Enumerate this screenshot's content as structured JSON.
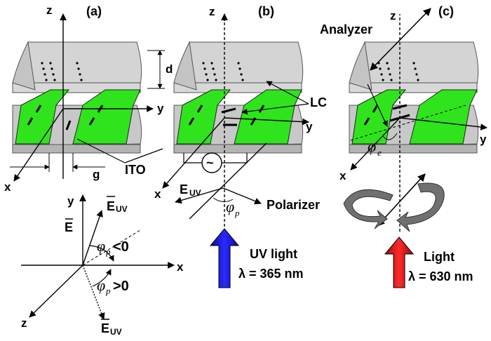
{
  "panels": {
    "a": {
      "tag": "(a)",
      "z": "z",
      "y": "y",
      "x": "x",
      "d": "d",
      "g": "g",
      "ito": "ITO"
    },
    "b": {
      "tag": "(b)",
      "z": "z",
      "y": "y",
      "x": "x",
      "lc": "LC",
      "euv": "E",
      "euv_sub": "UV",
      "phi": "φ",
      "phi_sub": "p",
      "polarizer": "Polarizer",
      "ac": "~",
      "light1": "UV light",
      "light2": "λ = 365 nm"
    },
    "c": {
      "tag": "(c)",
      "z": "z",
      "y": "y",
      "x": "x",
      "analyzer": "Analyzer",
      "phi": "φ",
      "phi_sub": "e",
      "light1": "Light",
      "light2": "λ = 630 nm"
    }
  },
  "axes_inset": {
    "y": "y",
    "x": "x",
    "z": "z",
    "e_label": "E",
    "euv": "E",
    "euv_sub": "UV",
    "phi_neg": "φ",
    "phi_neg_sub": "p",
    "phi_neg_rel": "<0",
    "phi_pos": "φ",
    "phi_pos_sub": "p",
    "phi_pos_rel": ">0"
  },
  "colors": {
    "ito": "#2fe41c",
    "glass_top": "#c8c8c8",
    "glass_edge": "#a8a8a8",
    "uv_arrow": "#1010e0",
    "light_arrow": "#e01010"
  }
}
